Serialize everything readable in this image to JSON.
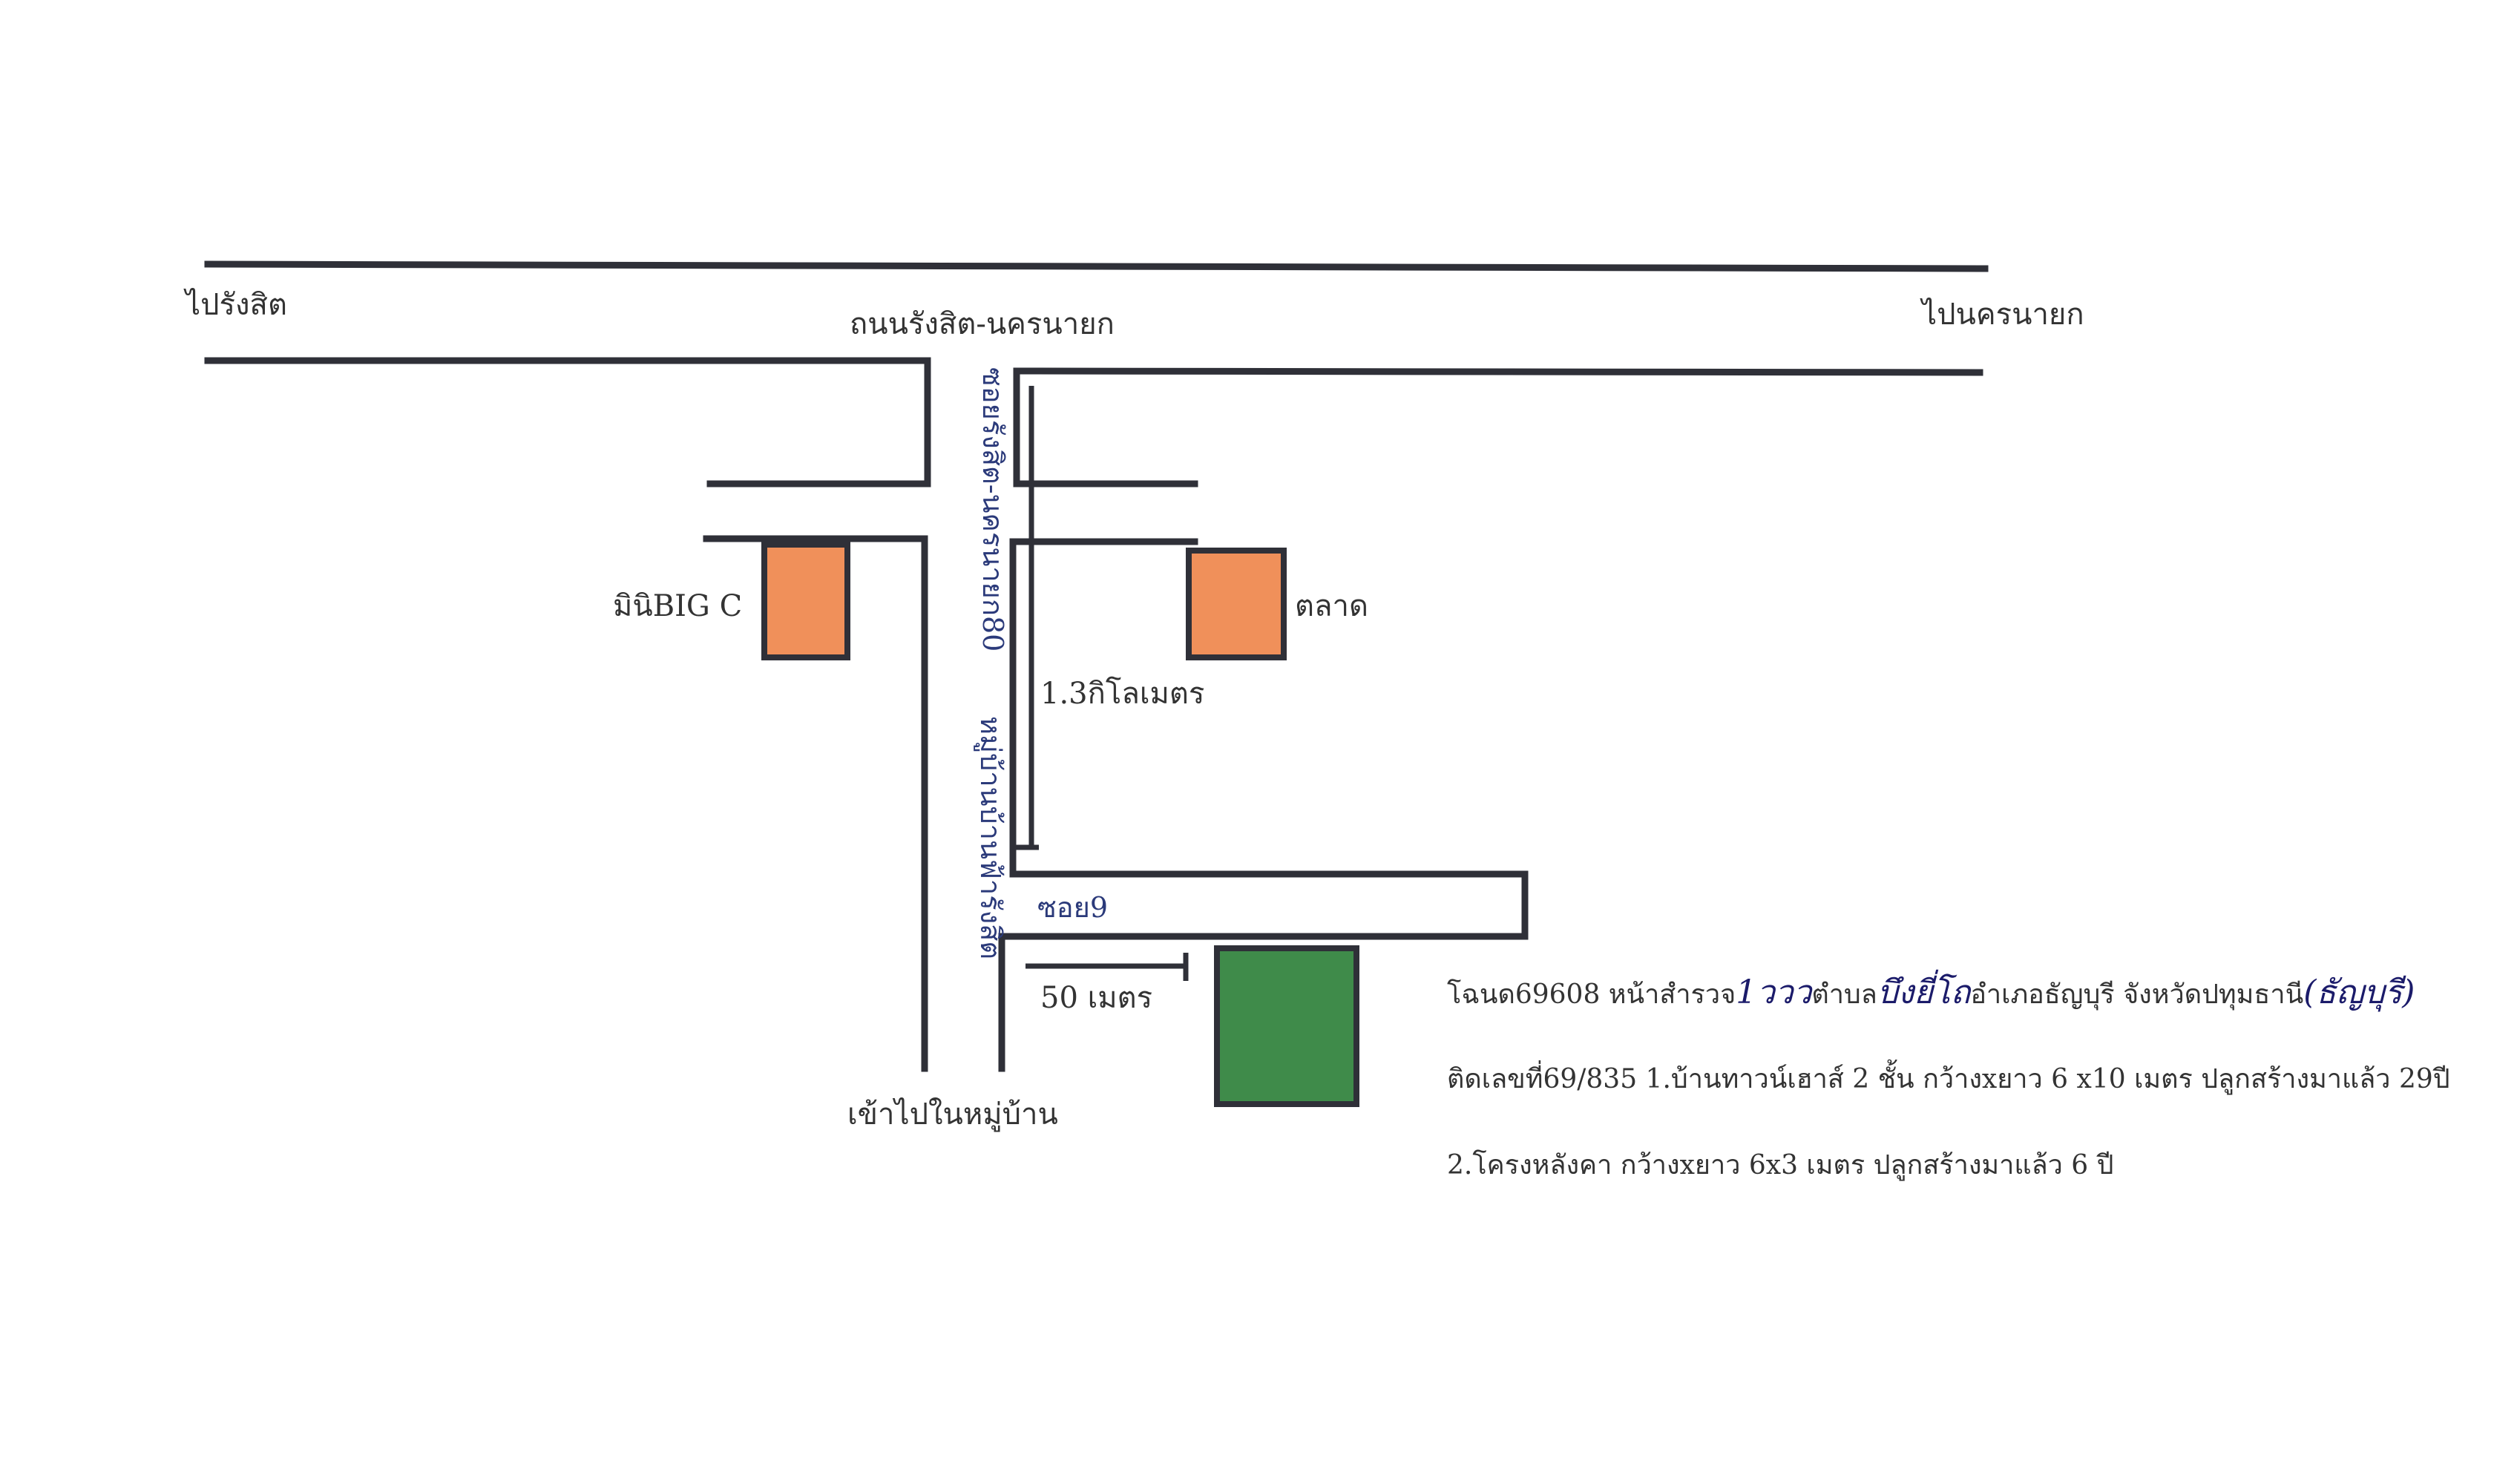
{
  "labels": {
    "to_rangsit": "ไปรังสิต",
    "main_road": "ถนนรังสิต-นครนายก",
    "to_nakhon_nayok": "ไปนครนายก",
    "soi_vertical": "ซอยรังสิต-นครนายก80",
    "village": "หมู่บ้านบ้านฟ้ารังสิต",
    "mini_bigc": "มินิBIG C",
    "market": "ตลาด",
    "distance_soi": "1.3กิโลเมตร",
    "soi9": "ซอย9",
    "distance_50": "50 เมตร",
    "into_village": "เข้าไปในหมู่บ้าน"
  },
  "notes": {
    "line1_prefix": "โฉนด69608  หน้าสำรวจ",
    "line1_survey_hand": "1ววว",
    "line1_tambon": "ตำบล",
    "line1_tambon_hand": "บึงยี่โถ",
    "line1_suffix": "อำเภอธัญบุรี จังหวัดปทุมธานี",
    "line1_paren_hand": "(ธัญบุรี)",
    "line2": "ติดเลขที่69/835 1.บ้านทาวน์เฮาส์ 2 ชั้น กว้างxยาว 6 x10  เมตร ปลูกสร้างมาแล้ว 29ปี",
    "line3": "2.โครงหลังคา กว้างxยาว 6x3 เมตร ปลูกสร้างมาแล้ว 6 ปี"
  },
  "colors": {
    "road": "#2f3038",
    "landmark_fill": "#f0905a",
    "property_fill": "#3f8b4a",
    "label_blue": "#2b3a7a"
  }
}
